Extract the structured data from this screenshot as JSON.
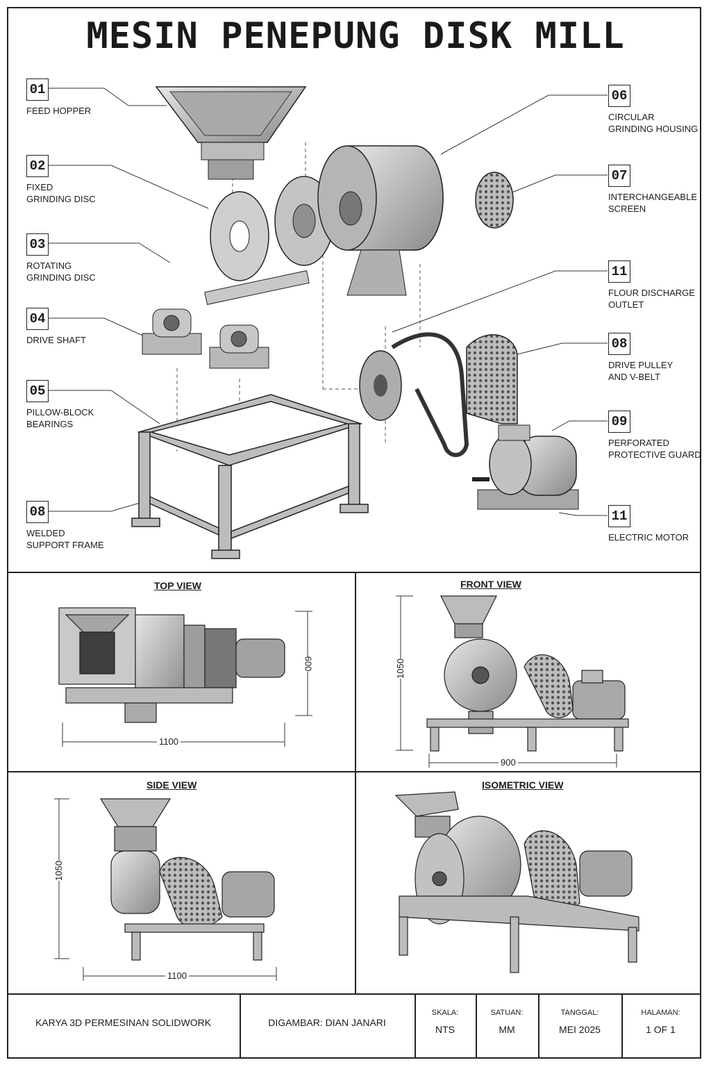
{
  "title": "MESIN PENEPUNG DISK MILL",
  "callouts_left": [
    {
      "num": "01",
      "label": "FEED HOPPER"
    },
    {
      "num": "02",
      "label": "FIXED\nGRINDING DISC"
    },
    {
      "num": "03",
      "label": "ROTATING\nGRINDING DISC"
    },
    {
      "num": "04",
      "label": "DRIVE SHAFT"
    },
    {
      "num": "05",
      "label": "PILLOW-BLOCK\nBEARINGS"
    },
    {
      "num": "08",
      "label": "WELDED\nSUPPORT FRAME"
    }
  ],
  "callouts_right": [
    {
      "num": "06",
      "label": "CIRCULAR\nGRINDING HOUSING"
    },
    {
      "num": "07",
      "label": "INTERCHANGEABLE\nSCREEN"
    },
    {
      "num": "11",
      "label": "FLOUR DISCHARGE\nOUTLET"
    },
    {
      "num": "08",
      "label": "DRIVE PULLEY\nAND V-BELT"
    },
    {
      "num": "09",
      "label": "PERFORATED\nPROTECTIVE GUARD"
    },
    {
      "num": "11",
      "label": "ELECTRIC MOTOR"
    }
  ],
  "views": {
    "top": {
      "title": "TOP VIEW",
      "width": "1100",
      "height": "600"
    },
    "front": {
      "title": "FRONT VIEW",
      "width": "900",
      "height": "1050"
    },
    "side": {
      "title": "SIDE VIEW",
      "width": "1100",
      "height": "1050"
    },
    "iso": {
      "title": "ISOMETRIC VIEW"
    }
  },
  "titleblock": {
    "project": "KARYA 3D PERMESINAN SOLIDWORK",
    "drawn_by": "DIGAMBAR: DIAN JANARI",
    "scale_label": "SKALA:",
    "scale_value": "NTS",
    "unit_label": "SATUAN:",
    "unit_value": "MM",
    "date_label": "TANGGAL:",
    "date_value": "MEI 2025",
    "page_label": "HALAMAN:",
    "page_value": "1 OF 1"
  }
}
